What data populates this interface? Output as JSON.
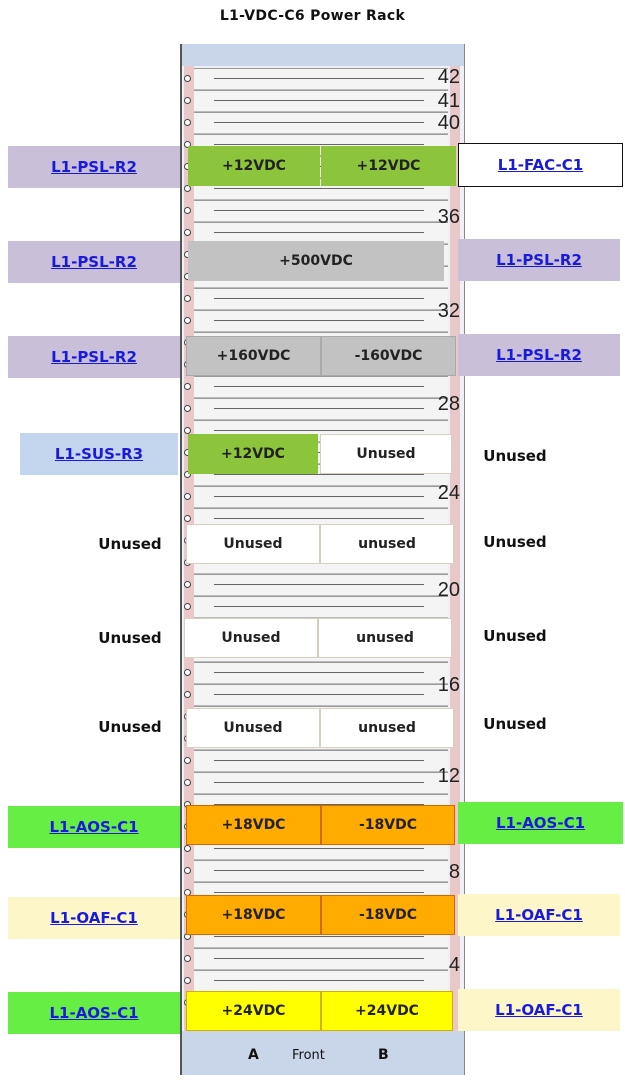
{
  "title": "L1-VDC-C6 Power Rack",
  "footer": {
    "left": "A",
    "center": "Front",
    "right": "B"
  },
  "unit_numbers": [
    "42",
    "41",
    "40",
    "36",
    "32",
    "28",
    "24",
    "20",
    "16",
    "12",
    "8",
    "4"
  ],
  "rows": [
    {
      "left": "L1-PSL-R2",
      "right": "L1-FAC-C1",
      "modA": "+12VDC",
      "modB": "+12VDC"
    },
    {
      "left": "L1-PSL-R2",
      "right": "L1-PSL-R2",
      "modFull": "+500VDC"
    },
    {
      "left": "L1-PSL-R2",
      "right": "L1-PSL-R2",
      "modA": "+160VDC",
      "modB": "-160VDC"
    },
    {
      "left": "L1-SUS-R3",
      "right": "Unused",
      "modA": "+12VDC",
      "modB": "Unused"
    },
    {
      "left": "Unused",
      "right": "Unused",
      "modA": "Unused",
      "modB": "unused"
    },
    {
      "left": "Unused",
      "right": "Unused",
      "modA": "Unused",
      "modB": "unused"
    },
    {
      "left": "Unused",
      "right": "Unused",
      "modA": "Unused",
      "modB": "unused"
    },
    {
      "left": "L1-AOS-C1",
      "right": "L1-AOS-C1",
      "modA": "+18VDC",
      "modB": "-18VDC"
    },
    {
      "left": "L1-OAF-C1",
      "right": "L1-OAF-C1",
      "modA": "+18VDC",
      "modB": "-18VDC"
    },
    {
      "left": "L1-AOS-C1",
      "right": "L1-OAF-C1",
      "modA": "+24VDC",
      "modB": "+24VDC"
    }
  ],
  "colors": {
    "green": "#8cc43c",
    "orange": "#ffab00",
    "yellow": "#ffff00",
    "purple": "#c9bfd8",
    "limegreen": "#66ee44",
    "cream": "#fcf6c8",
    "link": "#1a1adc"
  }
}
